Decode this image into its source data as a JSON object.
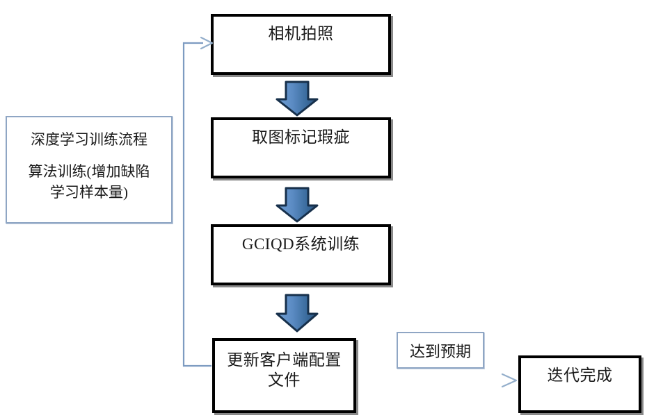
{
  "diagram": {
    "title": "深度学习训练流程",
    "type": "flowchart",
    "side_panel": {
      "heading": "深度学习训练流程",
      "body": "算法训练(增加缺陷\n学习样本量)"
    },
    "process_steps": [
      {
        "id": "camera",
        "label": "相机拍照"
      },
      {
        "id": "mark-defect",
        "label": "取图标记瑕疵"
      },
      {
        "id": "gciqd-training",
        "label": "GCIQD系统训练"
      },
      {
        "id": "update-config",
        "label": "更新客户端配置\n文件"
      }
    ],
    "condition_label": "达到预期",
    "terminal_step": {
      "id": "iteration-done",
      "label": "迭代完成"
    },
    "connectors": {
      "block_arrow_count": 3,
      "feedback_loop": "更新客户端配置文件 → 相机拍照",
      "completion_arrow": "更新客户端配置文件 → 迭代完成"
    },
    "colors": {
      "box_border": "#000000",
      "thin_border": "#8fa6c4",
      "block_arrow_fill_light": "#5b8fc9",
      "block_arrow_fill_dark": "#2e5f8f",
      "block_arrow_outline": "#17304b",
      "connector_line": "#7d9bc1",
      "text": "#1a1a1a",
      "background": "#ffffff"
    }
  }
}
